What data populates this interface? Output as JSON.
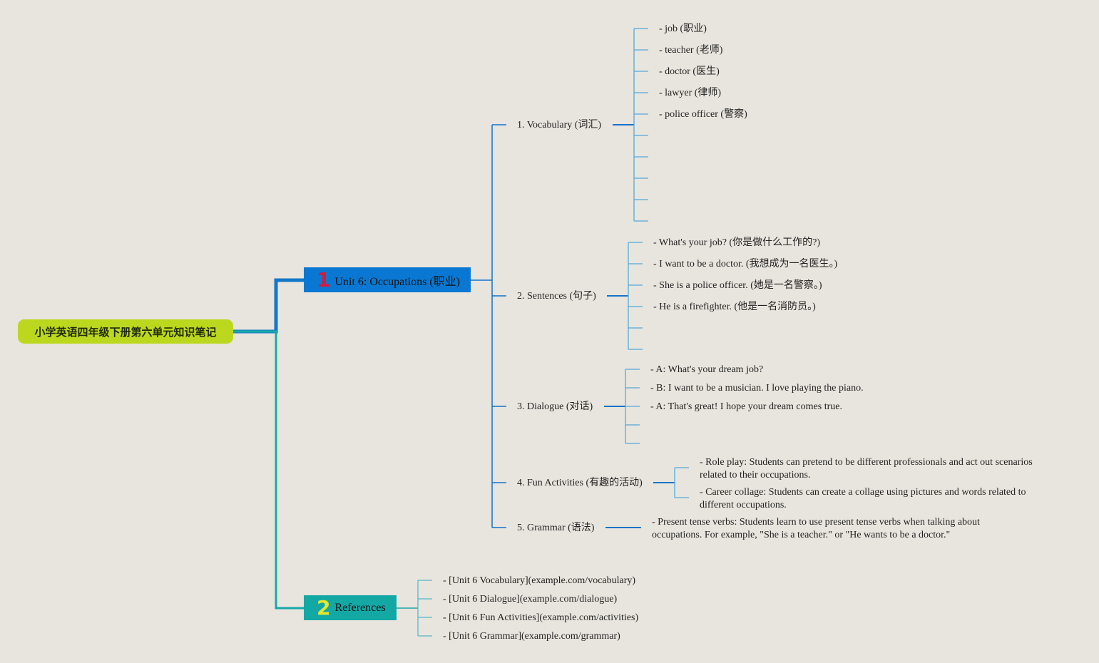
{
  "root": {
    "label": "小学英语四年级下册第六单元知识笔记"
  },
  "colors": {
    "background": "#e8e5de",
    "root": "#bcd81e",
    "unit": "#0a78d2",
    "unit_number": "#d8183c",
    "references": "#13a8a4",
    "references_number": "#e7e62e",
    "unit_lines": "#1273c7",
    "leaf_lines": "#56a8d8",
    "ref_lines": "#18a8a8"
  },
  "unit": {
    "number": "1",
    "label": "Unit 6: Occupations (职业)",
    "sections": [
      {
        "label": "1. Vocabulary (词汇)",
        "items": [
          "- job (职业)",
          "- teacher (老师)",
          "- doctor (医生)",
          "- lawyer (律师)",
          "- police officer (警察)"
        ]
      },
      {
        "label": "2. Sentences (句子)",
        "items": [
          "- What's your job? (你是做什么工作的?)",
          "- I want to be a doctor. (我想成为一名医生。)",
          "- She is a police officer. (她是一名警察。)",
          "- He is a firefighter. (他是一名消防员。)"
        ]
      },
      {
        "label": "3. Dialogue (对话)",
        "items": [
          "- A: What's your dream job?",
          "- B: I want to be a musician. I love playing the piano.",
          "- A: That's great! I hope your dream comes true."
        ]
      },
      {
        "label": "4. Fun Activities (有趣的活动)",
        "items": [
          "- Role play: Students can pretend to be different professionals and act out scenarios related to their occupations.",
          "- Career collage: Students can create a collage using pictures and words related to different occupations."
        ]
      },
      {
        "label": "5. Grammar (语法)",
        "items": [
          "- Present tense verbs: Students learn to use present tense verbs when talking about occupations. For example, \"She is a teacher.\" or \"He wants to be a doctor.\""
        ]
      }
    ]
  },
  "references": {
    "number": "2",
    "label": "References",
    "items": [
      "- [Unit 6 Vocabulary](example.com/vocabulary)",
      "- [Unit 6 Dialogue](example.com/dialogue)",
      "- [Unit 6 Fun Activities](example.com/activities)",
      "- [Unit 6 Grammar](example.com/grammar)"
    ]
  }
}
